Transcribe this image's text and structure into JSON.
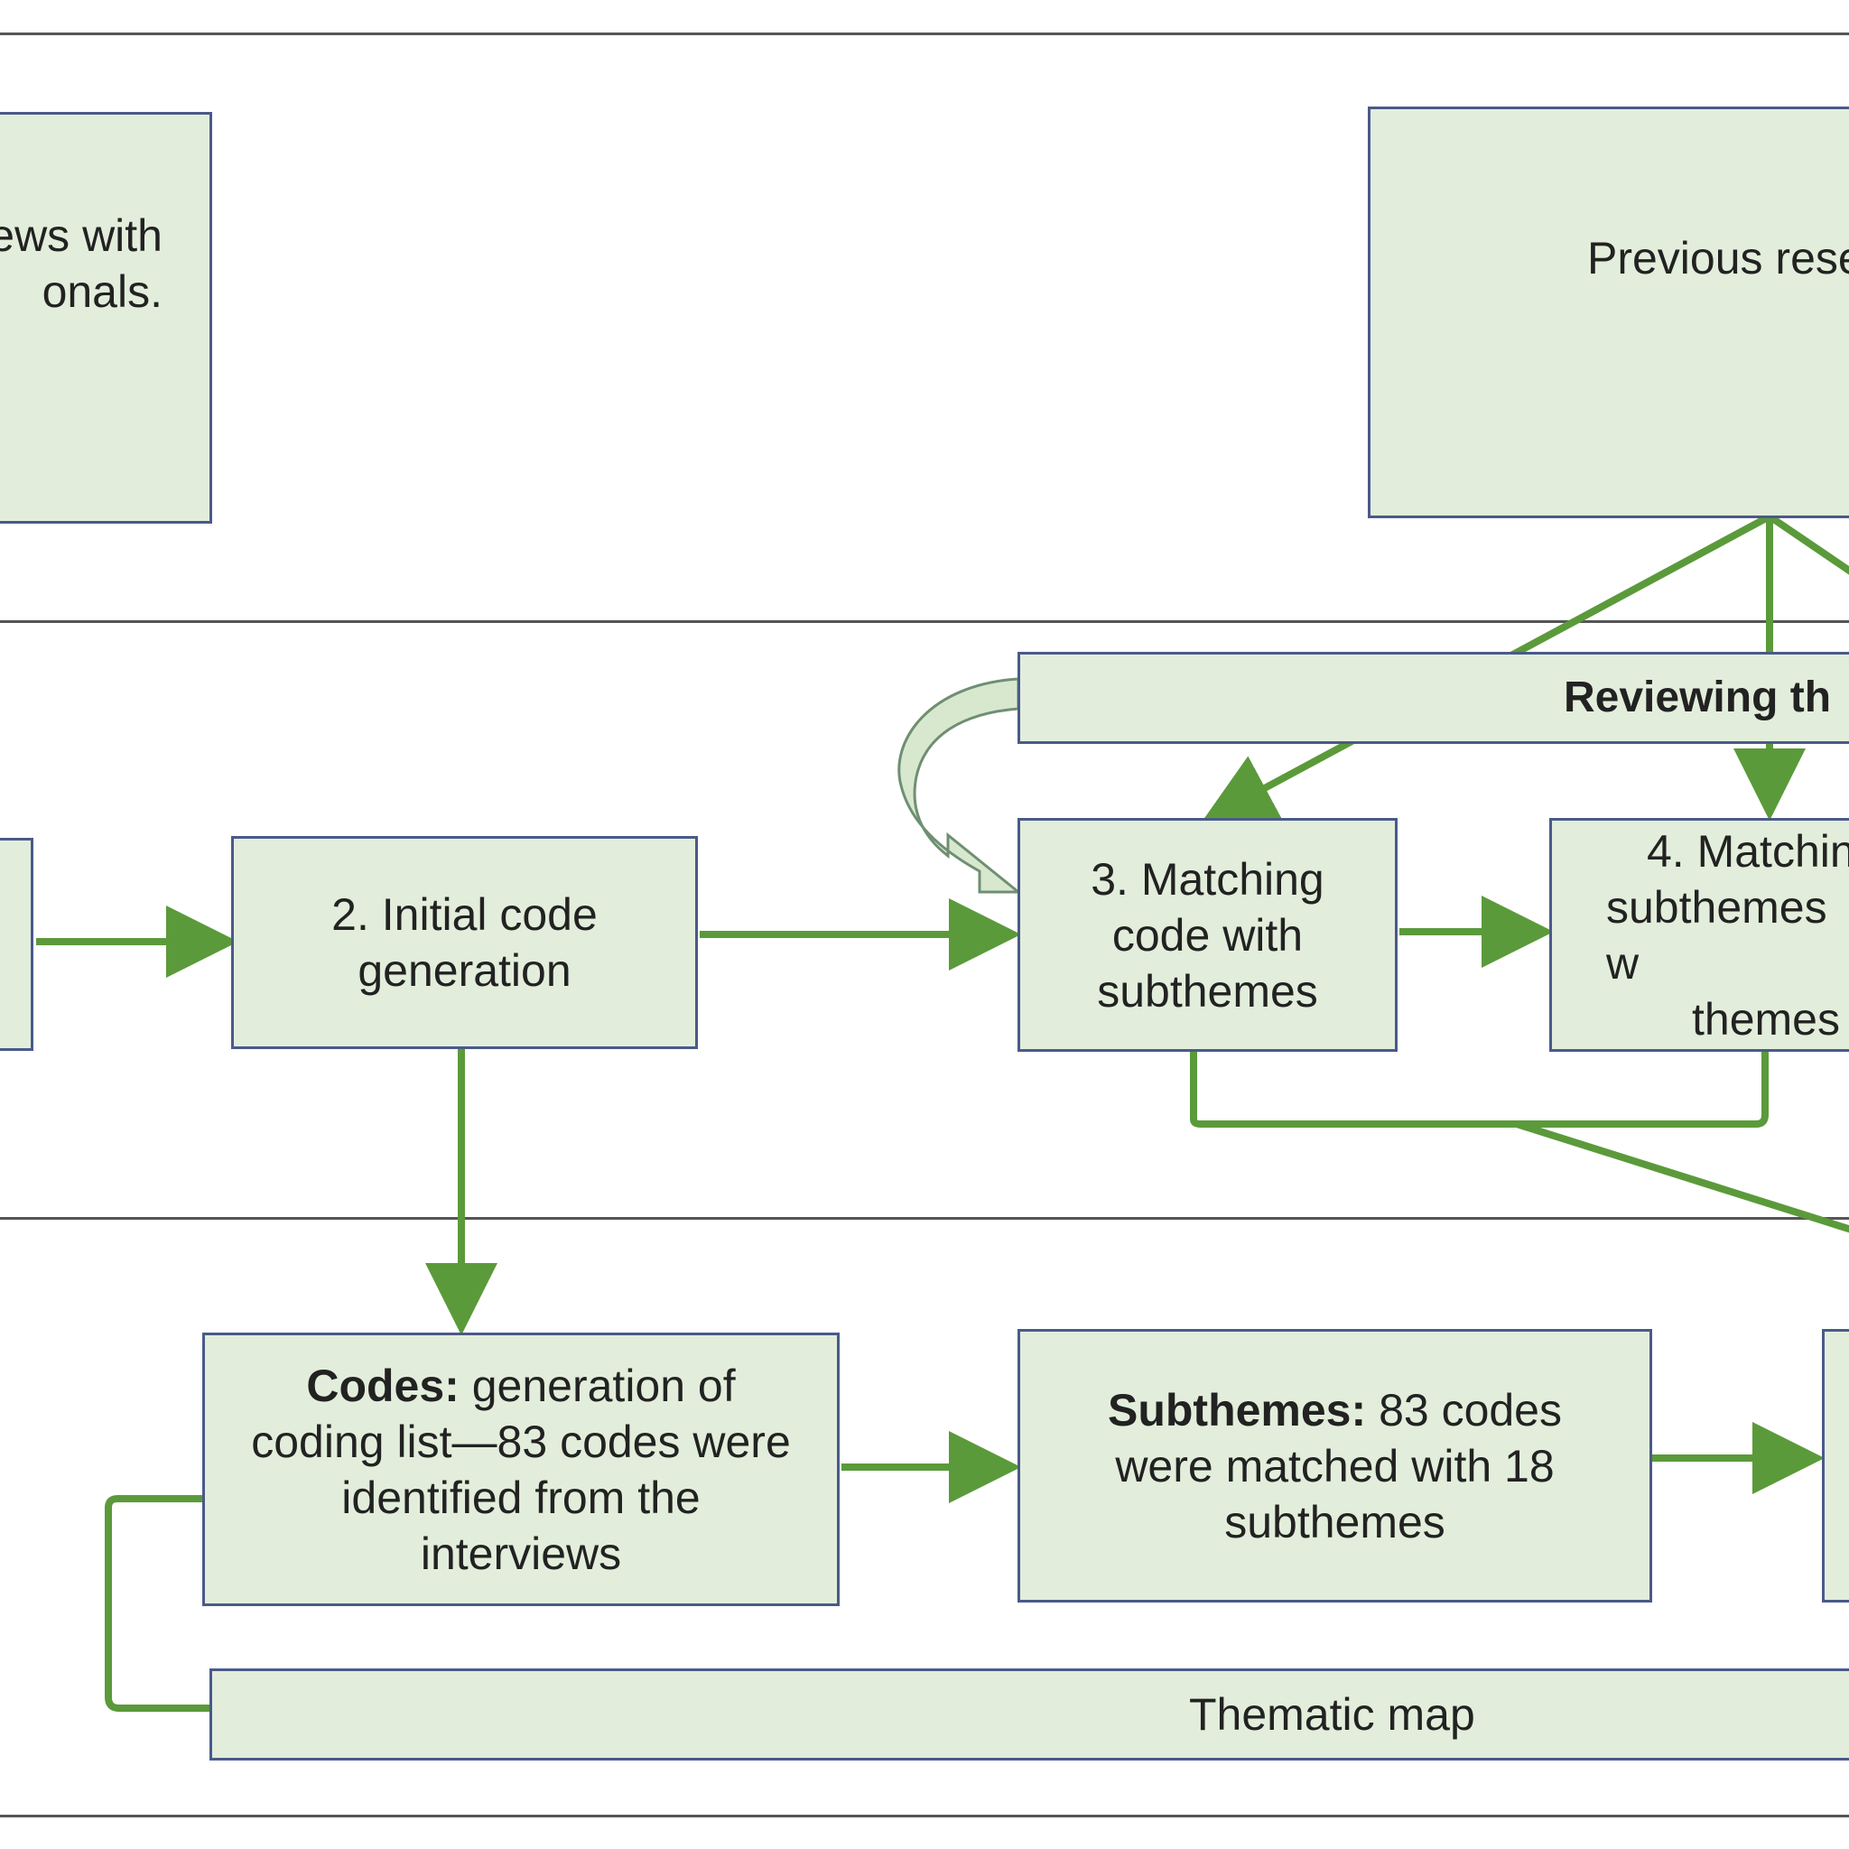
{
  "boxes": {
    "interviews": {
      "line1": "ews with",
      "line2": "onals."
    },
    "previous_research": {
      "text": "Previous rese"
    },
    "reviewing": {
      "text": "Reviewing th"
    },
    "step2": {
      "line1": "2. Initial code",
      "line2": "generation"
    },
    "step3": {
      "line1": "3. Matching",
      "line2": "code with",
      "line3": "subthemes"
    },
    "step4": {
      "line1": "4. Matchin",
      "line2": "subthemes w",
      "line3": "themes"
    },
    "codes": {
      "label": "Codes:",
      "text_a": "generation of",
      "text_b": "coding list—83 codes were",
      "text_c": "identified from the",
      "text_d": "interviews"
    },
    "subthemes": {
      "label": "Subthemes:",
      "text_a": "83 codes",
      "text_b": "were matched with 18",
      "text_c": "subthemes"
    },
    "thematic_map": {
      "text": "Thematic map"
    }
  },
  "colors": {
    "box_fill": "#e2eedb",
    "box_border": "#4a5a8a",
    "arrow": "#5b9a3a",
    "lane_border": "#555555"
  }
}
